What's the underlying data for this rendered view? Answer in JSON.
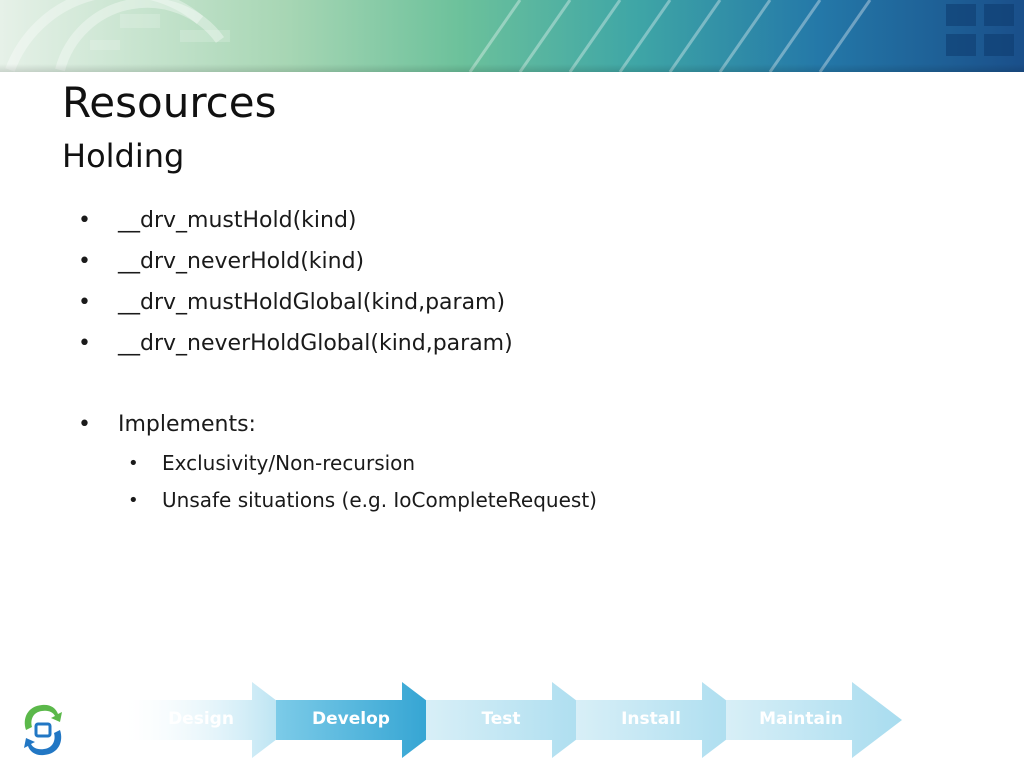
{
  "slide": {
    "title": "Resources",
    "subtitle": "Holding"
  },
  "bullets": [
    {
      "text": "__drv_mustHold(kind)",
      "level": 1
    },
    {
      "text": "__drv_neverHold(kind)",
      "level": 1
    },
    {
      "text": "__drv_mustHoldGlobal(kind,param)",
      "level": 1
    },
    {
      "text": "__drv_neverHoldGlobal(kind,param)",
      "level": 1
    },
    {
      "text": "Implements:",
      "level": 1
    },
    {
      "text": "Exclusivity/Non-recursion",
      "level": 2
    },
    {
      "text": "Unsafe situations (e.g. IoCompleteRequest)",
      "level": 2
    }
  ],
  "bullet_glyph": "•",
  "process_steps": [
    {
      "label": "Design",
      "active": false
    },
    {
      "label": "Develop",
      "active": true
    },
    {
      "label": "Test",
      "active": false
    },
    {
      "label": "Install",
      "active": false
    },
    {
      "label": "Maintain",
      "active": false
    }
  ],
  "logo_icon": "lifecycle-logo-icon",
  "colors": {
    "step_active": "#2a9fd0",
    "step_inactive": "#b9e2f0",
    "logo_green": "#5bb84a",
    "logo_blue": "#2277c4"
  }
}
